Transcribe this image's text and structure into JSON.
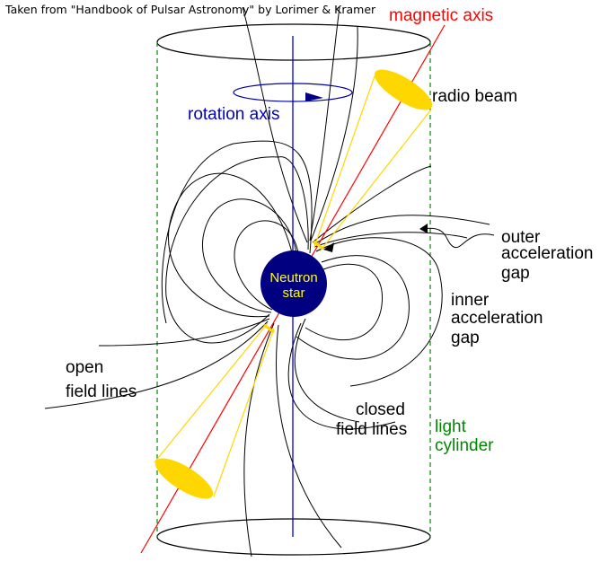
{
  "credit": "Taken from \"Handbook of Pulsar Astronomy\" by Lorimer & Kramer",
  "labels": {
    "magnetic_axis": "magnetic axis",
    "radio_beam": "radio beam",
    "rotation_axis": "rotation axis",
    "outer_gap": [
      "outer",
      "acceleration",
      "gap"
    ],
    "inner_gap": [
      "inner",
      "acceleration",
      "gap"
    ],
    "open_field_lines": [
      "open",
      "field lines"
    ],
    "closed_field_lines": [
      "closed",
      "field lines"
    ],
    "light_cylinder": [
      "light",
      "cylinder"
    ],
    "neutron_star": [
      "Neutron",
      "star"
    ]
  },
  "colors": {
    "magnetic_axis": "#ff0000",
    "rotation_axis": "#0000cc",
    "light_cylinder": "#008800",
    "beam": "#ffd700",
    "star_fill": "#000080",
    "star_text": "#ffff00",
    "field_lines": "#000000"
  }
}
